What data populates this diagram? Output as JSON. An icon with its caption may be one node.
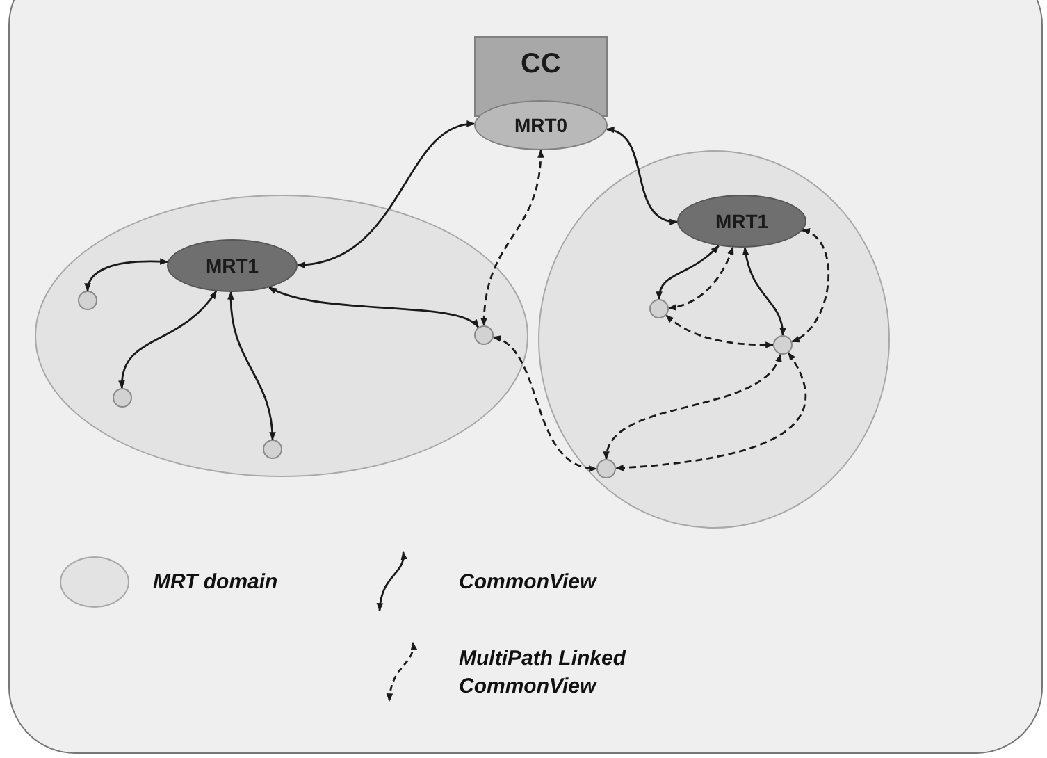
{
  "diagram": {
    "nodes": [
      {
        "text": [
          "CC"
        ]
      },
      {
        "text": [
          "MRT0"
        ]
      },
      {
        "text": [],
        "shape": "ellipse"
      },
      {
        "text": [],
        "shape": "ellipse"
      },
      {
        "text": [
          "MRT1"
        ],
        "in": 2
      },
      {
        "text": [
          "MRT1"
        ],
        "in": 3
      },
      {
        "text": [],
        "shape": "circle",
        "in": 2
      },
      {
        "text": [],
        "shape": "circle",
        "in": 2
      },
      {
        "text": [],
        "shape": "circle",
        "in": 2
      },
      {
        "text": [],
        "shape": "circle",
        "in": 2
      },
      {
        "text": [],
        "shape": "circle",
        "in": 3
      },
      {
        "text": [],
        "shape": "circle",
        "in": 3
      },
      {
        "text": [],
        "shape": "circle",
        "in": 3
      }
    ],
    "edges": [
      {
        "from": 1,
        "to": 4,
        "arrow": "both"
      },
      {
        "from": 1,
        "to": 5,
        "arrow": "both"
      },
      {
        "from": 4,
        "to": 6,
        "arrow": "both"
      },
      {
        "from": 4,
        "to": 7,
        "arrow": "both"
      },
      {
        "from": 4,
        "to": 8,
        "arrow": "both"
      },
      {
        "from": 4,
        "to": 9,
        "arrow": "both"
      },
      {
        "from": 5,
        "to": 10,
        "arrow": "both"
      },
      {
        "from": 5,
        "to": 11,
        "arrow": "both"
      },
      {
        "from": 1,
        "to": 9,
        "arrow": "both",
        "style": "dashed"
      },
      {
        "from": 9,
        "to": 12,
        "arrow": "both",
        "style": "dashed"
      },
      {
        "from": 5,
        "to": 10,
        "arrow": "both",
        "style": "dashed"
      },
      {
        "from": 10,
        "to": 11,
        "arrow": "both",
        "style": "dashed"
      },
      {
        "from": 5,
        "to": 11,
        "arrow": "both",
        "style": "dashed"
      },
      {
        "from": 11,
        "to": 12,
        "arrow": "both",
        "style": "dashed"
      },
      {
        "from": 11,
        "to": 12,
        "arrow": "both",
        "style": "dashed"
      }
    ],
    "legend": [
      {
        "text": "MRT domain"
      },
      {
        "text": "CommonView"
      },
      {
        "text": "MultiPath Linked CommonView"
      }
    ]
  }
}
